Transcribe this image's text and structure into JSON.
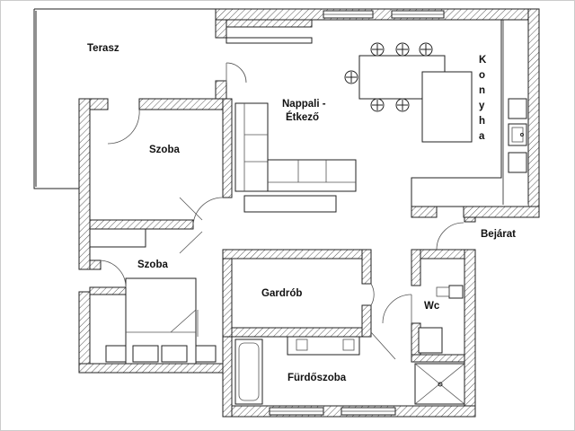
{
  "rooms": {
    "terasz": "Terasz",
    "nappali_line1": "Nappali -",
    "nappali_line2": "Étkező",
    "konyha_letters": [
      "K",
      "o",
      "n",
      "y",
      "h",
      "a"
    ],
    "szoba_upper": "Szoba",
    "szoba_lower": "Szoba",
    "bejarat": "Bejárat",
    "gardrob": "Gardrób",
    "wc": "Wc",
    "furdoszoba": "Fürdőszoba"
  },
  "colors": {
    "wall_stroke": "#222222",
    "hatch": "#444444",
    "background": "#ffffff"
  }
}
